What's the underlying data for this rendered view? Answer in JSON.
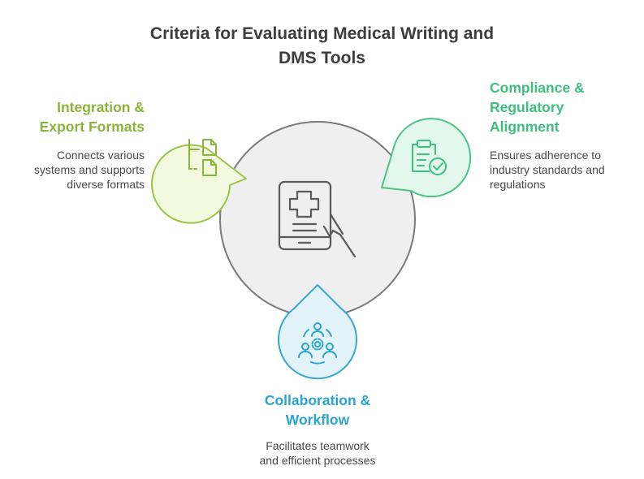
{
  "title": {
    "line1": "Criteria for Evaluating Medical Writing and",
    "line2": "DMS Tools"
  },
  "nodes": {
    "integration": {
      "heading1": "Integration &",
      "heading2": "Export Formats",
      "desc1": "Connects various",
      "desc2": "systems and supports",
      "desc3": "diverse formats",
      "color": "#8bb43b",
      "icon": "file-tree-icon"
    },
    "compliance": {
      "heading1": "Compliance &",
      "heading2": "Regulatory",
      "heading3": "Alignment",
      "desc1": "Ensures adherence to",
      "desc2": "industry standards and",
      "desc3": "regulations",
      "color": "#3dbf7e",
      "icon": "clipboard-check-icon"
    },
    "collaboration": {
      "heading1": "Collaboration &",
      "heading2": "Workflow",
      "desc1": "Facilitates teamwork",
      "desc2": "and efficient processes",
      "color": "#2aa3cf",
      "icon": "team-gear-icon"
    }
  },
  "center": {
    "icon": "medical-tablet-hand-icon"
  }
}
